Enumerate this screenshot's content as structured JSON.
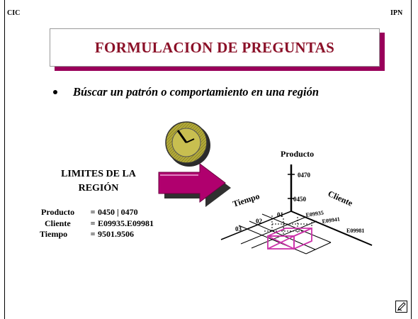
{
  "header": {
    "left_label": "CIC",
    "right_label": "IPN"
  },
  "title": {
    "text": "FORMULACION DE PREGUNTAS"
  },
  "bullet": {
    "text": "Búscar un patrón o comportamiento en una región"
  },
  "limits": {
    "heading_line1": "LIMITES  DE LA",
    "heading_line2": "REGIÓN",
    "rows": [
      {
        "label": "Producto",
        "eq": "=",
        "value": "0450 | 0470"
      },
      {
        "label": "Cliente",
        "eq": "=",
        "value": "E09935.E09981"
      },
      {
        "label": "Tiempo",
        "eq": "=",
        "value": "9501.9506"
      }
    ]
  },
  "cube": {
    "axis_producto": "Producto",
    "axis_tiempo": "Tiempo",
    "axis_cliente": "Cliente",
    "p_0470": "0470",
    "p_0450": "0450",
    "c_e09935": "E09935",
    "c_e09941": "E09941",
    "c_e09981": "E09981",
    "t_01": "01",
    "t_02": "02",
    "t_03": "03"
  },
  "colors": {
    "title_text": "#8b1028",
    "title_shadow": "#99005a",
    "arrow": "#b0006e",
    "clock_face": "#b3aa3a",
    "region_box": "#cc33aa"
  },
  "icons": [
    "clock-icon",
    "arrow-icon",
    "edit-icon"
  ]
}
